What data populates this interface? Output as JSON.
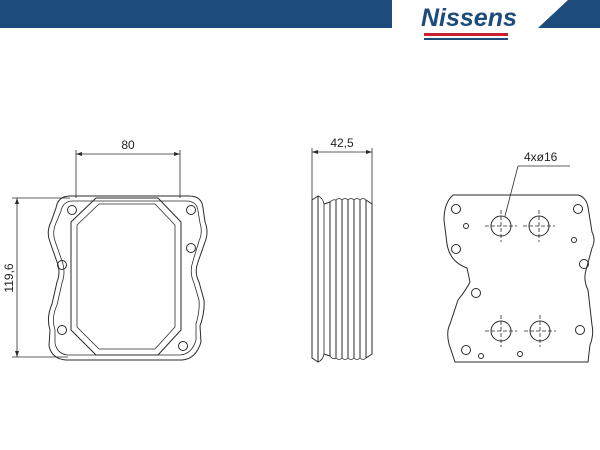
{
  "brand": {
    "name": "Nissens",
    "colors": {
      "navy": "#1d4b7c",
      "red": "#c8202f",
      "line": "#2a2a2a"
    }
  },
  "dimensions": {
    "front_width": "80",
    "height": "119,6",
    "side_depth": "42,5",
    "port_callout": "4xø16"
  }
}
